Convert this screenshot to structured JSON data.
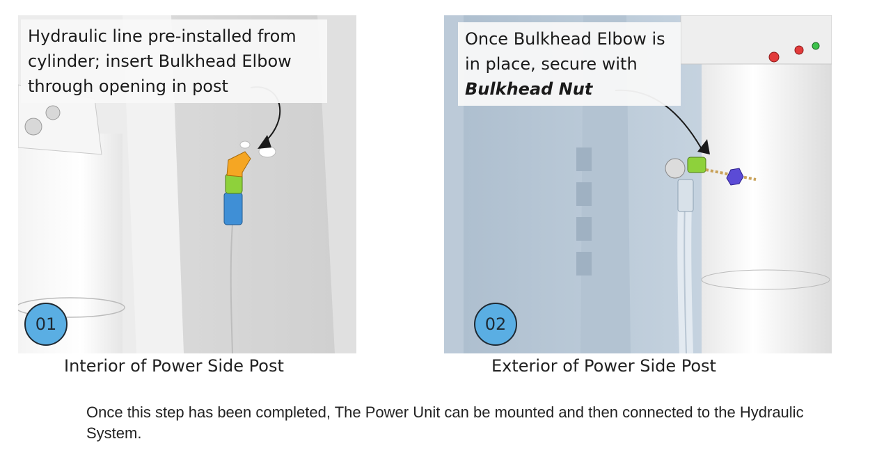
{
  "panel1": {
    "callout": "Hydraulic line pre-installed  from cylinder; insert Bulkhead Elbow through opening in post",
    "badge": "01",
    "caption": "Interior of Power Side Post"
  },
  "panel2": {
    "callout_text": "Once Bulkhead Elbow is in place, secure with ",
    "callout_emphasis": "Bulkhead Nut",
    "badge": "02",
    "caption": "Exterior of Power Side Post"
  },
  "footer": {
    "text": "Once this step has been completed, The Power Unit can be mounted and then connected to the Hydraulic System."
  },
  "colors": {
    "badge_fill": "#5aaee3",
    "elbow_orange": "#f5a623",
    "fitting_green": "#8ed13b",
    "hose_fitting_blue": "#3f8fd6",
    "nut_purple": "#5b4bd6"
  }
}
